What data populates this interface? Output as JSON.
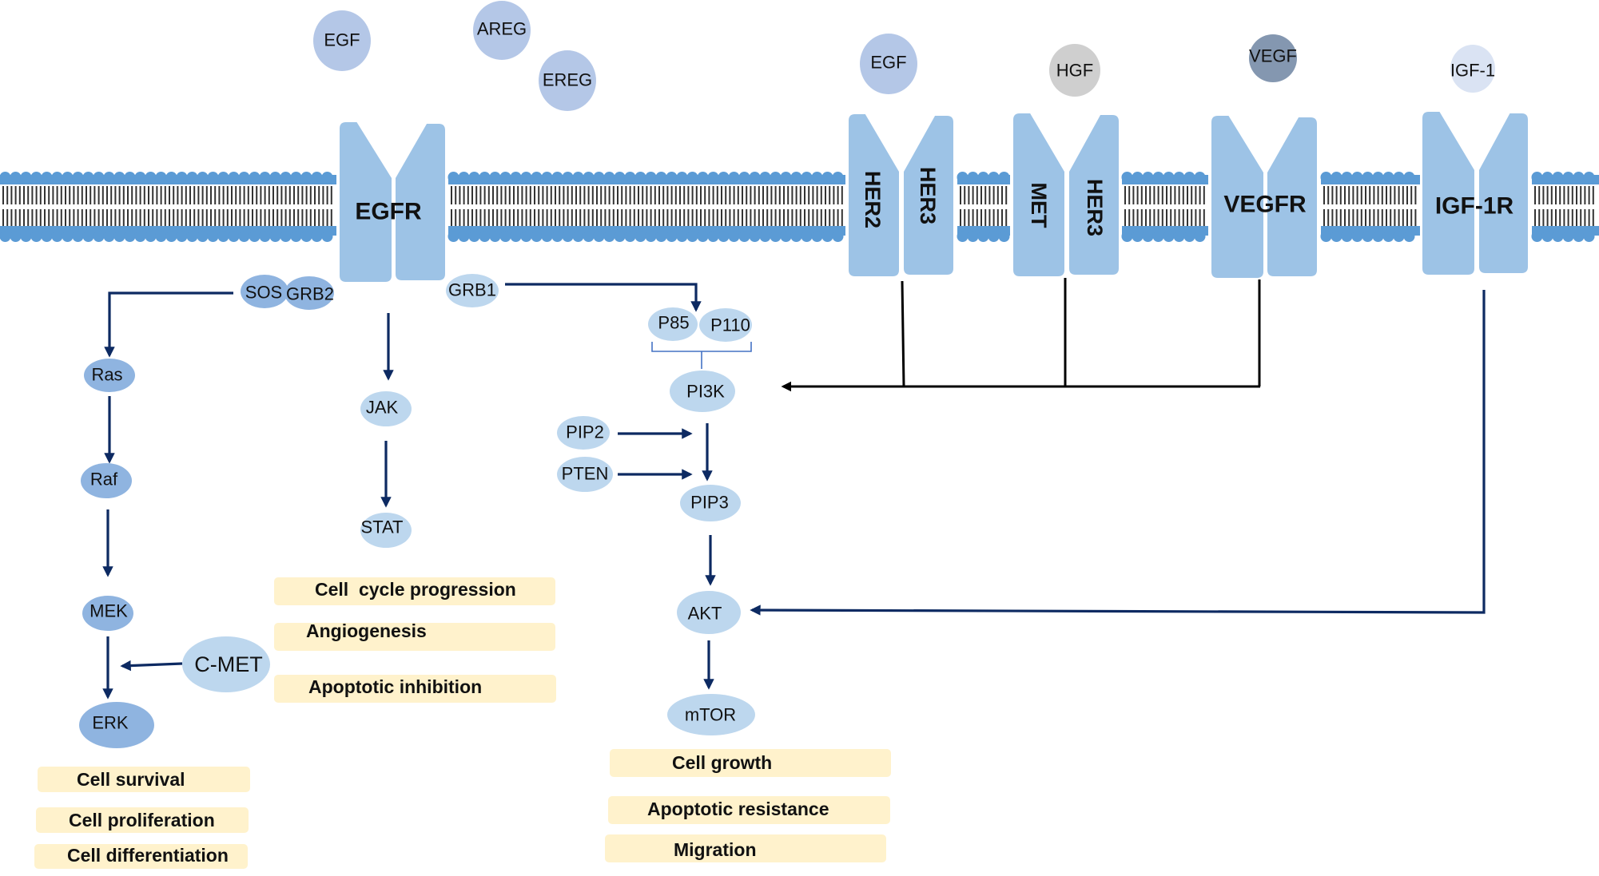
{
  "colors": {
    "membrane_head": "#5b9bd5",
    "membrane_tail": "#333333",
    "receptor": "#9dc3e6",
    "ligand_egf_family": "#b4c7e7",
    "ligand_hgf": "#cfcfcf",
    "ligand_vegf": "#8497b0",
    "ligand_igf1": "#dae3f3",
    "node_dark": "#8fb4e0",
    "node_light": "#bdd7ee",
    "outcome_box": "#fff2cc",
    "arrow_navy": "#0d2a62",
    "arrow_black": "#000000"
  },
  "ligands": {
    "egf_a": "EGF",
    "areg": "AREG",
    "ereg": "EREG",
    "egf_b": "EGF",
    "hgf": "HGF",
    "vegf": "VEGF",
    "igf1": "IGF-1"
  },
  "receptors": {
    "egfr": "EGFR",
    "her2": "HER2",
    "her3_a": "HER3",
    "met": "MET",
    "her3_b": "HER3",
    "vegfr": "VEGFR",
    "igf1r": "IGF-1R"
  },
  "nodes": {
    "sos": "SOS",
    "grb2": "GRB2",
    "grb1": "GRB1",
    "ras": "Ras",
    "raf": "Raf",
    "mek": "MEK",
    "erk": "ERK",
    "cmet": "C-MET",
    "jak": "JAK",
    "stat": "STAT",
    "p85": "P85",
    "p110": "P110",
    "pi3k": "PI3K",
    "pip2": "PIP2",
    "pten": "PTEN",
    "pip3": "PIP3",
    "akt": "AKT",
    "mtor": "mTOR"
  },
  "outcomes": {
    "mapk": [
      "Cell survival",
      "Cell proliferation",
      "Cell differentiation"
    ],
    "jak_stat": [
      "Cell  cycle progression",
      "Angiogenesis",
      "Apoptotic inhibition"
    ],
    "pi3k_akt": [
      "Cell growth",
      "Apoptotic resistance",
      "Migration"
    ]
  }
}
